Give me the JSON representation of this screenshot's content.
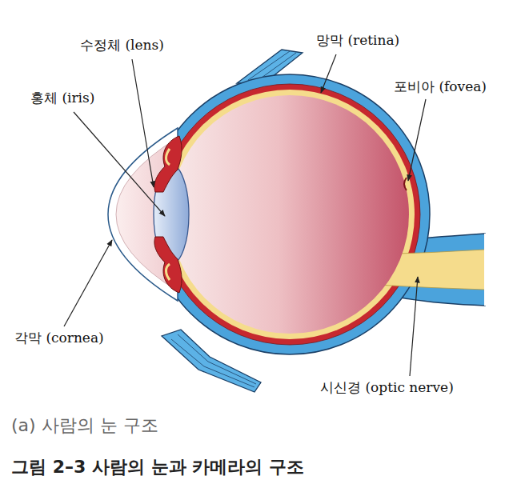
{
  "diagram": {
    "caption": "그림 2–3 사람의 눈과 카메라의 구조",
    "labels": [
      "수정체 (lens)",
      "홍체 (iris)",
      "망막 (retina)",
      "포비아 (fovea)",
      "각막 (cornea)",
      "시신경 (optic nerve)",
      "(a) 사람의 눈 구조"
    ]
  }
}
